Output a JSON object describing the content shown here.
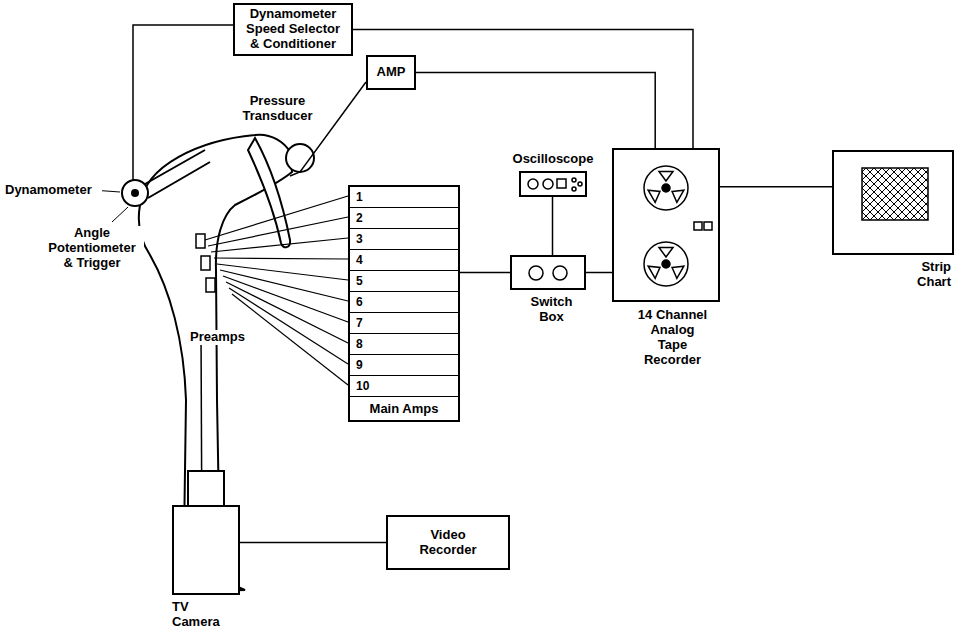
{
  "diagram": {
    "nodes": [
      {
        "text": [
          "Dynamometer Speed Selector & Conditioner"
        ]
      },
      {
        "text": [
          "AMP"
        ]
      },
      {
        "text": [
          "Main Amps"
        ]
      },
      {
        "text": [
          "1"
        ],
        "in": 2
      },
      {
        "text": [
          "2"
        ],
        "in": 2
      },
      {
        "text": [
          "3"
        ],
        "in": 2
      },
      {
        "text": [
          "4"
        ],
        "in": 2
      },
      {
        "text": [
          "5"
        ],
        "in": 2
      },
      {
        "text": [
          "6"
        ],
        "in": 2
      },
      {
        "text": [
          "7"
        ],
        "in": 2
      },
      {
        "text": [
          "8"
        ],
        "in": 2
      },
      {
        "text": [
          "9"
        ],
        "in": 2
      },
      {
        "text": [
          "10"
        ],
        "in": 2
      },
      {
        "text": [
          "Oscilloscope"
        ]
      },
      {
        "text": [
          "Switch Box"
        ]
      },
      {
        "text": [
          "14 Channel Analog Tape Recorder"
        ]
      },
      {
        "text": [
          "Strip Chart"
        ]
      },
      {
        "text": [
          "Video Recorder"
        ]
      },
      {
        "text": [
          "TV Camera"
        ]
      }
    ],
    "edges": [
      {
        "from": 0,
        "to": 15,
        "arrow": "none"
      },
      {
        "from": 1,
        "to": 15,
        "arrow": "none"
      },
      {
        "from": 2,
        "to": 14,
        "arrow": "none"
      },
      {
        "from": 13,
        "to": 14,
        "arrow": "none"
      },
      {
        "from": 14,
        "to": 15,
        "arrow": "none"
      },
      {
        "from": 15,
        "to": 16,
        "arrow": "none"
      },
      {
        "from": 18,
        "to": 17,
        "arrow": "none"
      }
    ],
    "labels": [
      "Dynamometer",
      "Angle Potentiometer & Trigger",
      "Pressure Transducer",
      "Preamps"
    ]
  }
}
